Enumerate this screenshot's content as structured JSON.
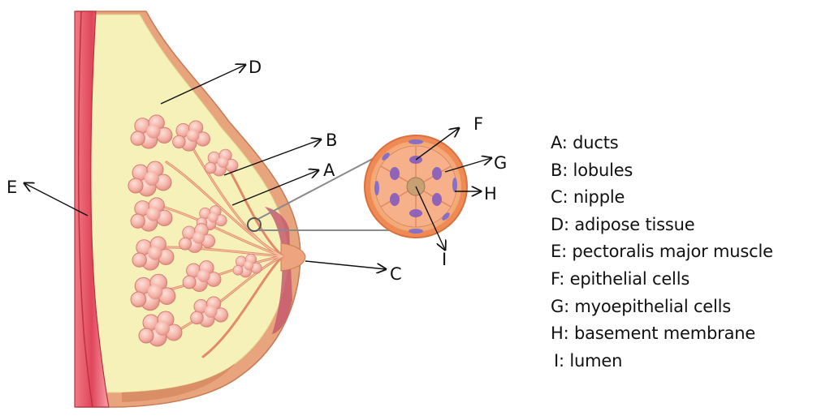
{
  "labels": {
    "a": "A",
    "b": "B",
    "c": "C",
    "d": "D",
    "e": "E",
    "f": "F",
    "g": "G",
    "h": "H",
    "i": "I"
  },
  "legend": [
    {
      "text": "A: ducts"
    },
    {
      "text": "B: lobules"
    },
    {
      "text": "C: nipple"
    },
    {
      "text": "D: adipose tissue"
    },
    {
      "text": "E: pectoralis major muscle"
    },
    {
      "text": "F: epithelial cells"
    },
    {
      "text": "G: myoepithelial cells"
    },
    {
      "text": "H: basement membrane"
    },
    {
      "text": "I:  lumen"
    }
  ],
  "colors": {
    "skin": "#e8a47c",
    "fat": "#f6f1b8",
    "muscle": "#e0465a",
    "lobule": "#f4b3a8",
    "duct": "#e28a6a",
    "epithelium": "#8e63b8",
    "lumen": "#c9a074",
    "arrow": "#111111"
  },
  "lobule_icon": "lobule-cluster-icon",
  "cross_section_icon": "duct-cross-section-icon"
}
